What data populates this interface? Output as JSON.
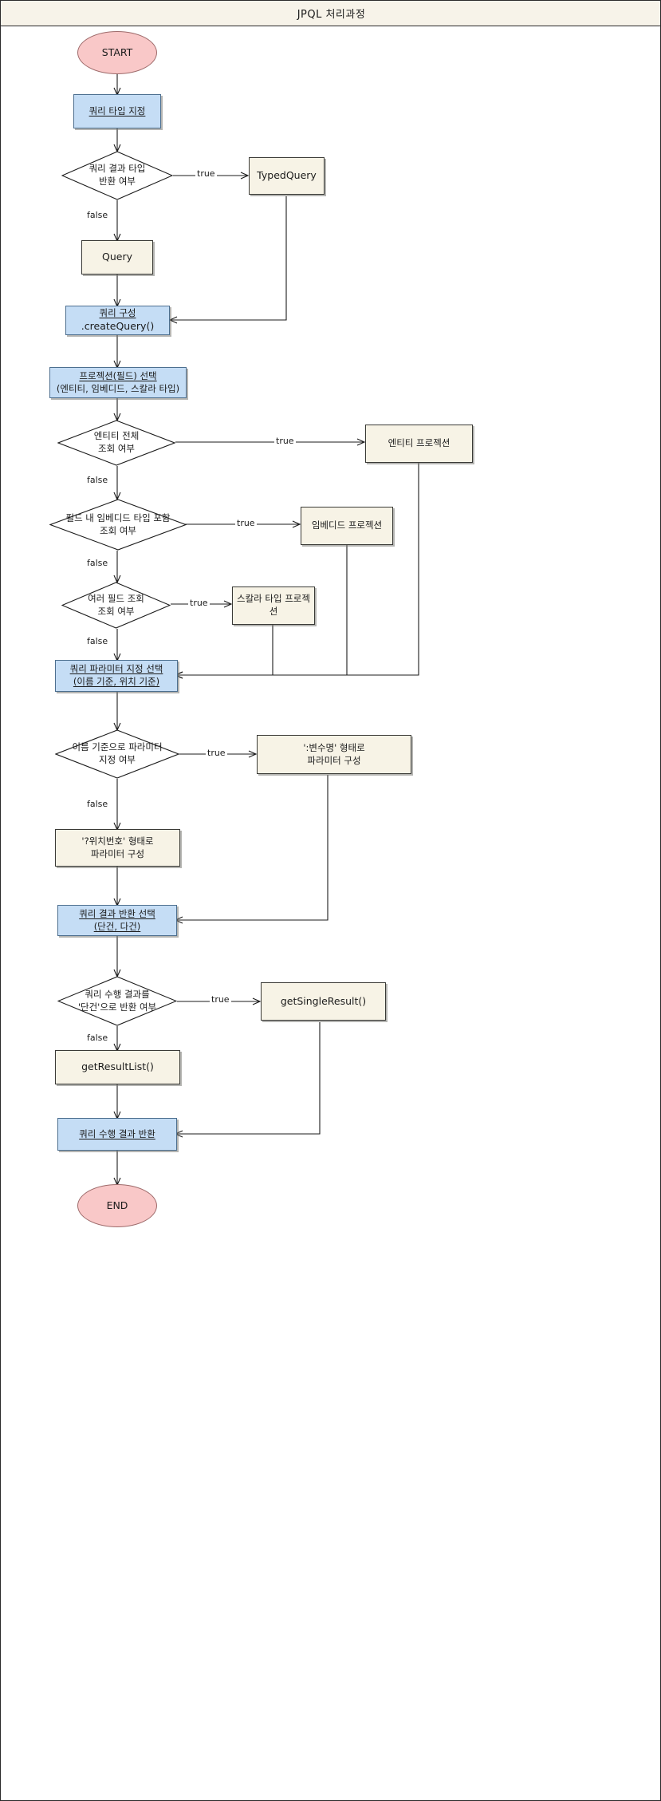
{
  "diagram": {
    "title": "JPQL 처리과정",
    "colors": {
      "title_bar_bg": "#f7f3e9",
      "process_blue": "#c5ddf5",
      "process_beige": "#f7f3e6",
      "terminator_pink": "#f9c8c8",
      "line": "#1b1b1b"
    }
  },
  "nodes": {
    "start": {
      "label": "START"
    },
    "query_type": {
      "line1": "쿼리 타입 지정"
    },
    "d_return_type": {
      "line1": "쿼리 결과 타입",
      "line2": "반환 여부"
    },
    "typed_query": {
      "label": "TypedQuery"
    },
    "query": {
      "label": "Query"
    },
    "create_query": {
      "line1": "쿼리 구성",
      "line2": ".createQuery()"
    },
    "projection_select": {
      "line1": "프로젝션(필드) 선택",
      "line2": "(엔티티, 임베디드, 스칼라 타입)"
    },
    "d_entity_all": {
      "line1": "엔티티 전체",
      "line2": "조회 여부"
    },
    "entity_projection": {
      "label": "엔티티 프로젝션"
    },
    "d_embedded": {
      "line1": "필드 내 임베디드 타입 포함",
      "line2": "조회 여부"
    },
    "embedded_projection": {
      "label": "임베디드 프로젝션"
    },
    "d_multi_field": {
      "line1": "여러 필드 조회",
      "line2": "조회 여부"
    },
    "scalar_projection": {
      "label": "스칼라 타입 프로젝션"
    },
    "param_select": {
      "line1": "쿼리 파라미터 지정 선택",
      "line2": "(이름 기준, 위치 기준)"
    },
    "d_named_param": {
      "line1": "이름 기준으로 파라미터",
      "line2": "지정 여부"
    },
    "named_param_box": {
      "line1": "':변수명' 형태로",
      "line2": "파라미터 구성"
    },
    "positional_param_box": {
      "line1": "'?위치번호' 형태로",
      "line2": "파라미터 구성"
    },
    "result_select": {
      "line1": "쿼리 결과 반환 선택",
      "line2": "(단건, 다건)"
    },
    "d_single_result": {
      "line1": "쿼리 수행 결과를",
      "line2": "'단건'으로 반환 여부"
    },
    "get_single_result": {
      "label": "getSingleResult()"
    },
    "get_result_list": {
      "label": "getResultList()"
    },
    "return_result": {
      "line1": "쿼리 수행 결과 반환"
    },
    "end": {
      "label": "END"
    }
  },
  "edge_labels": {
    "true_1": "true",
    "false_1": "false",
    "true_2": "true",
    "false_2": "false",
    "true_3": "true",
    "false_3": "false",
    "true_4": "true",
    "false_4": "false",
    "true_5": "true",
    "false_5": "false",
    "true_6": "true",
    "false_6": "false"
  }
}
